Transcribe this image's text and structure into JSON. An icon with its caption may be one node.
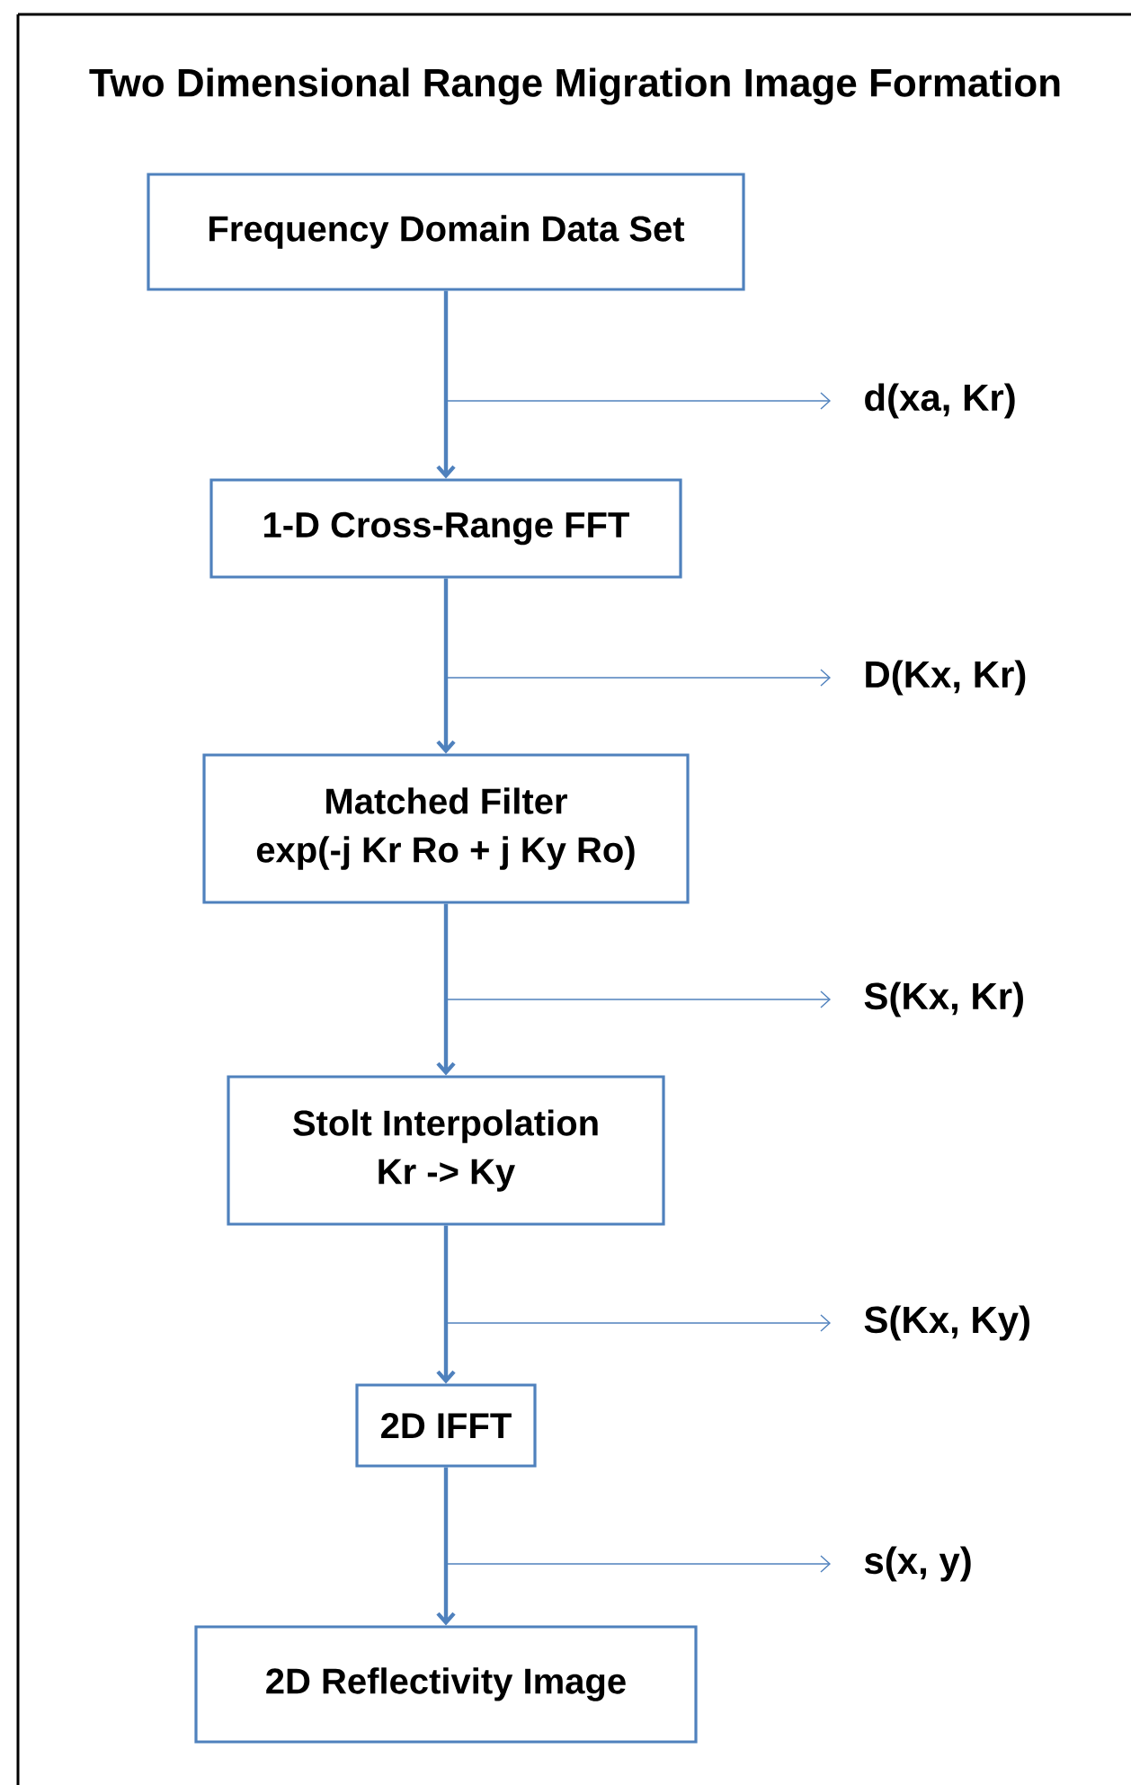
{
  "diagram": {
    "title": "Two Dimensional Range Migration Image Formation",
    "nodes": [
      {
        "text": [
          "Frequency Domain Data Set"
        ]
      },
      {
        "text": [
          "1-D Cross-Range FFT"
        ]
      },
      {
        "text": [
          "Matched Filter",
          "exp(-j Kr Ro + j Ky Ro)"
        ]
      },
      {
        "text": [
          "Stolt Interpolation",
          "Kr -> Ky"
        ]
      },
      {
        "text": [
          "2D IFFT"
        ]
      },
      {
        "text": [
          "2D Reflectivity Image"
        ]
      },
      {
        "text": [
          "d(xa, Kr)"
        ]
      },
      {
        "text": [
          "D(Kx, Kr)"
        ]
      },
      {
        "text": [
          "S(Kx, Kr)"
        ]
      },
      {
        "text": [
          "S(Kx, Ky)"
        ]
      },
      {
        "text": [
          "s(x, y)"
        ]
      }
    ],
    "edges": [
      {
        "from": 0,
        "to": 1,
        "arrow": "to",
        "style": "thick"
      },
      {
        "from": 1,
        "to": 2,
        "arrow": "to",
        "style": "thick"
      },
      {
        "from": 2,
        "to": 3,
        "arrow": "to",
        "style": "thick"
      },
      {
        "from": 3,
        "to": 4,
        "arrow": "to",
        "style": "thick"
      },
      {
        "from": 4,
        "to": 5,
        "arrow": "to",
        "style": "thick"
      },
      {
        "from": null,
        "to": 6,
        "arrow": "to"
      },
      {
        "from": null,
        "to": 7,
        "arrow": "to"
      },
      {
        "from": null,
        "to": 8,
        "arrow": "to"
      },
      {
        "from": null,
        "to": 9,
        "arrow": "to"
      },
      {
        "from": null,
        "to": 10,
        "arrow": "to"
      }
    ]
  }
}
